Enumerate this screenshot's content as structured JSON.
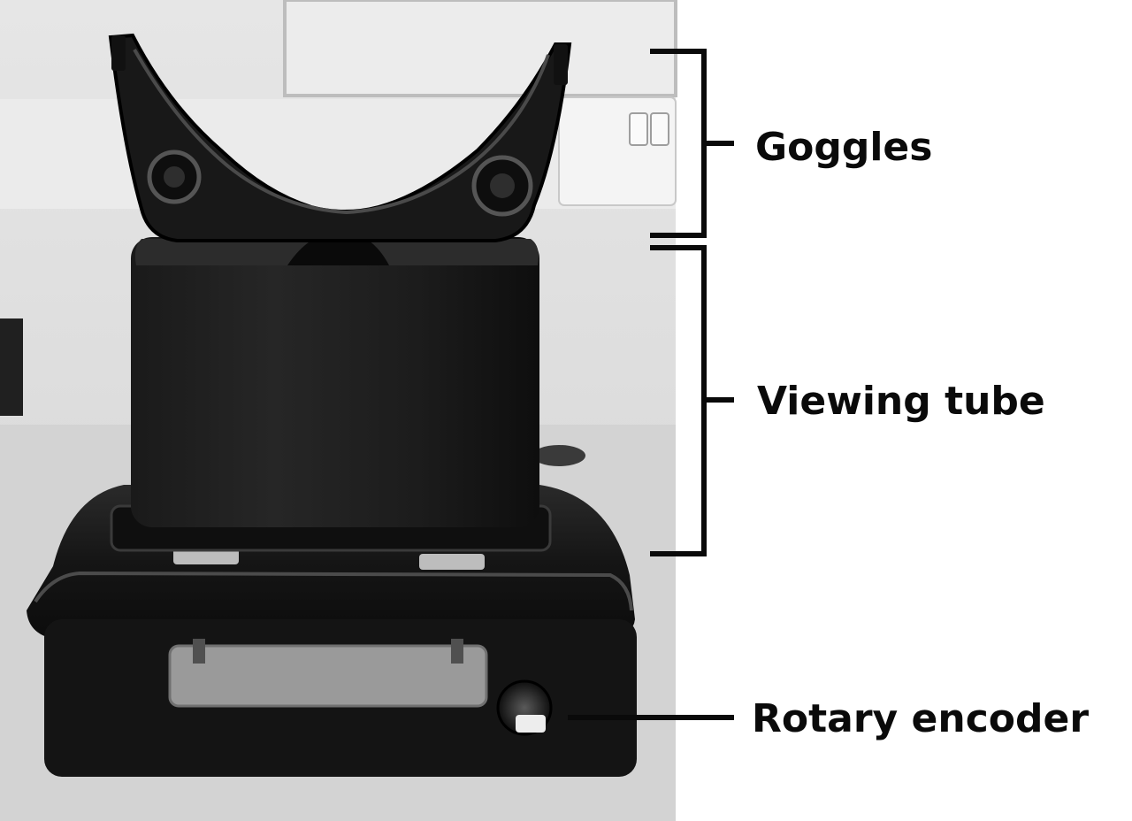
{
  "labels": {
    "goggles": "Goggles",
    "viewing_tube": "Viewing tube",
    "rotary_encoder": "Rotary encoder"
  },
  "colors": {
    "background": "#ffffff",
    "photo_wall": "#e2e2e2",
    "device": "#141414",
    "annotation": "#0a0a0a"
  }
}
